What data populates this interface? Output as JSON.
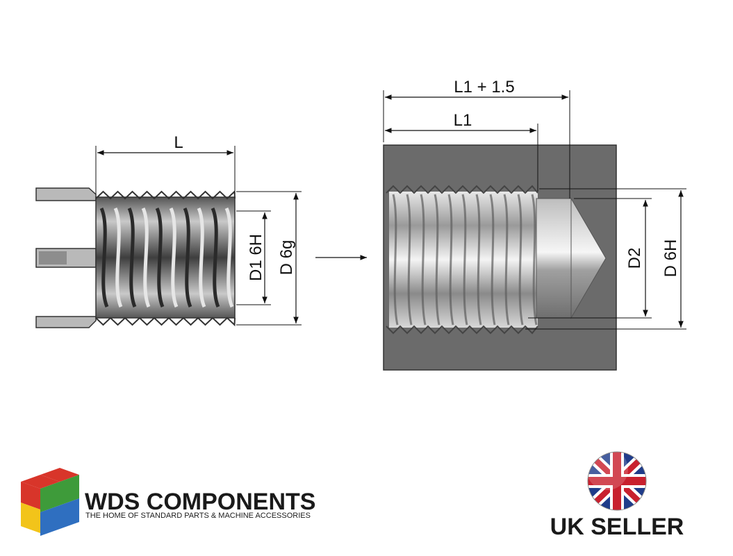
{
  "diagram": {
    "insert_labels": {
      "length": "L",
      "inner_thread": "D1 6H",
      "outer_thread": "D 6g"
    },
    "hole_labels": {
      "depth_total": "L1 + 1.5",
      "depth_thread": "L1",
      "drill_diameter": "D2",
      "tapped_thread": "D 6H"
    }
  },
  "branding": {
    "company_name": "WDS COMPONENTS",
    "tagline": "THE HOME OF STANDARD PARTS & MACHINE ACCESSORIES",
    "seller_badge": "UK SELLER"
  },
  "colors": {
    "block_fill": "#6b6b6b",
    "logo_red": "#d8352a",
    "logo_green": "#3e9b3a",
    "logo_yellow": "#f2c41a",
    "logo_blue": "#2f6fc0",
    "flag_blue": "#1f3c8a",
    "flag_red": "#c8202e"
  }
}
